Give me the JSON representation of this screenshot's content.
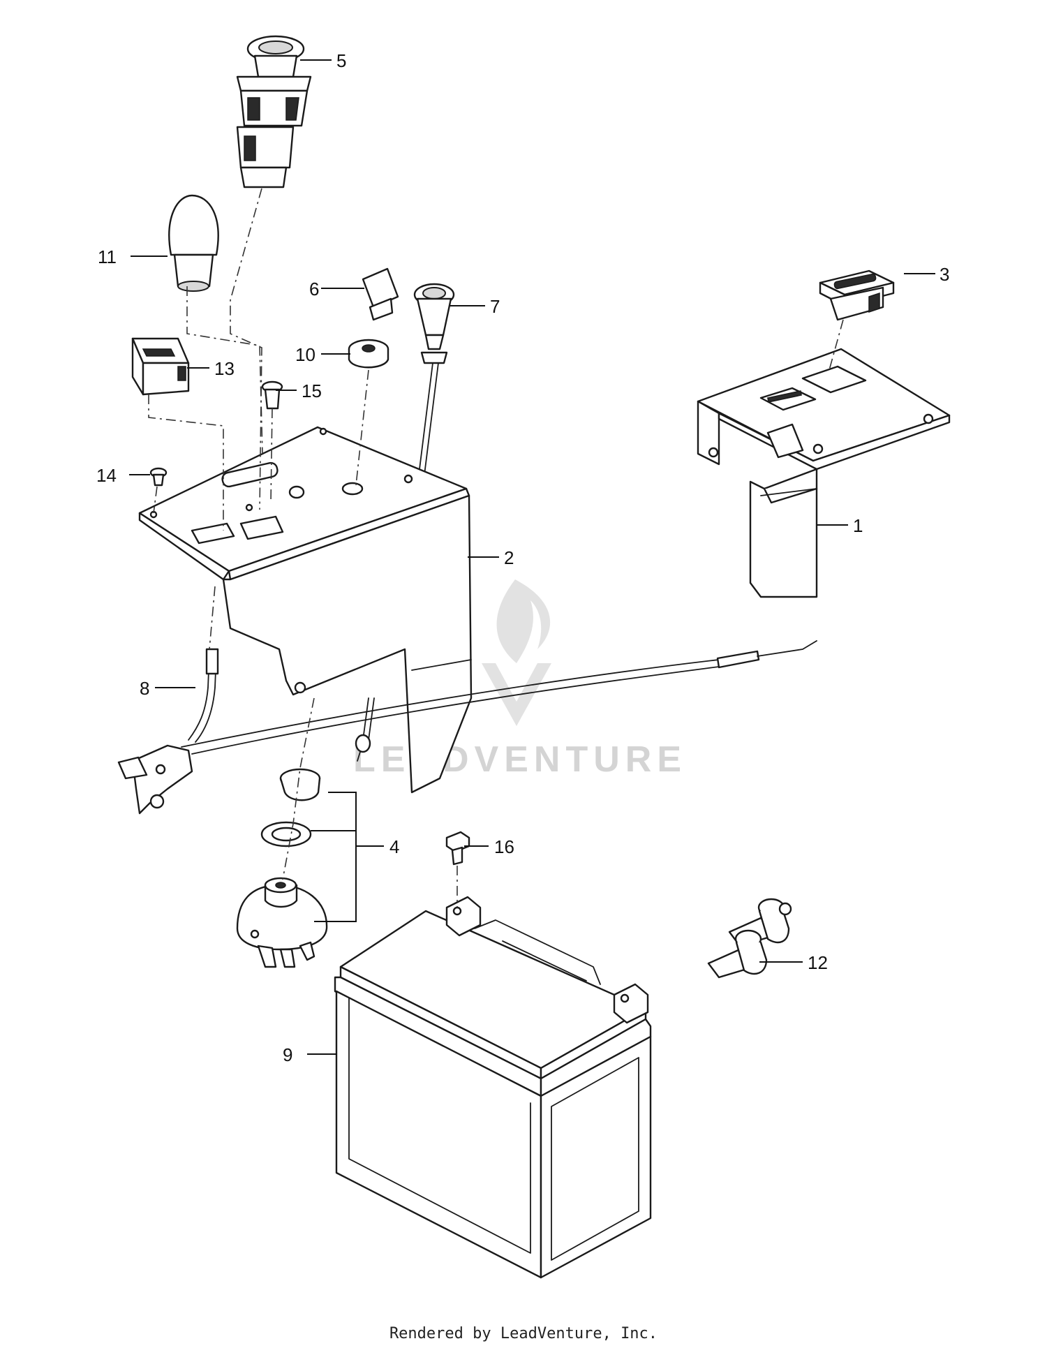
{
  "callouts": [
    "1",
    "2",
    "3",
    "4",
    "5",
    "6",
    "7",
    "8",
    "9",
    "10",
    "11",
    "12",
    "13",
    "14",
    "15",
    "16"
  ],
  "watermark": "LEADVENTURE",
  "footer": "Rendered by LeadVenture, Inc."
}
